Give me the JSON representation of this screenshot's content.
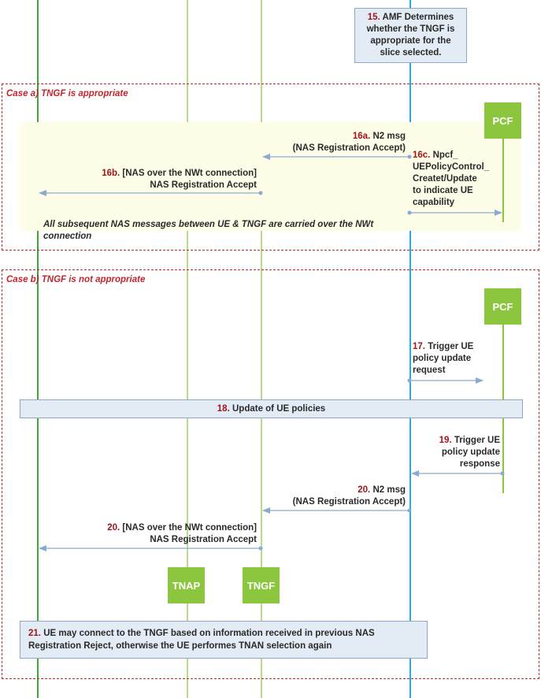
{
  "entities": {
    "pcf_top": "PCF",
    "pcf_bottom": "PCF",
    "tnap": "TNAP",
    "tngf": "TNGF"
  },
  "step15": {
    "num": "15.",
    "text": "AMF Determines whether the TNGF is appropriate for the slice selected."
  },
  "case_a": {
    "title": "Case a) TNGF is appropriate",
    "s16a": {
      "num": "16a.",
      "line1": "N2 msg",
      "line2": "(NAS Registration Accept)"
    },
    "s16b": {
      "num": "16b.",
      "line1": "[NAS over the NWt connection]",
      "line2": "NAS Registration Accept"
    },
    "s16c": {
      "num": "16c.",
      "line1": "Npcf_",
      "line2": "UEPolicyControl_",
      "line3": "Createt/Update",
      "line4": "to indicate UE",
      "line5": "capability"
    },
    "note": "All subsequent NAS messages between UE & TNGF are carried over the NWt connection"
  },
  "case_b": {
    "title": "Case b) TNGF is not appropriate",
    "s17": {
      "num": "17.",
      "line1": "Trigger UE",
      "line2": "policy update",
      "line3": "request"
    },
    "s18": {
      "num": "18.",
      "text": "Update of UE policies"
    },
    "s19": {
      "num": "19.",
      "line1": "Trigger UE",
      "line2": "policy update",
      "line3": "response"
    },
    "s20a": {
      "num": "20.",
      "line1": "N2 msg",
      "line2": "(NAS Registration Accept)"
    },
    "s20b": {
      "num": "20.",
      "line1": "[NAS over the NWt connection]",
      "line2": "NAS Registration Accept"
    },
    "s21": {
      "num": "21.",
      "text": "UE may connect to the TNGF based on information received in previous NAS Registration Reject, otherwise the UE performes TNAN selection again"
    }
  },
  "colors": {
    "ue_line": "#3aaa35",
    "tnap_line": "#9fd36a",
    "tngf_line": "#9fd36a",
    "amf_line": "#29abe2",
    "arrow": "#8aaad0",
    "step_num": "#a3141a",
    "case_border": "#c0272d",
    "entity_fill": "#8cc63f"
  }
}
